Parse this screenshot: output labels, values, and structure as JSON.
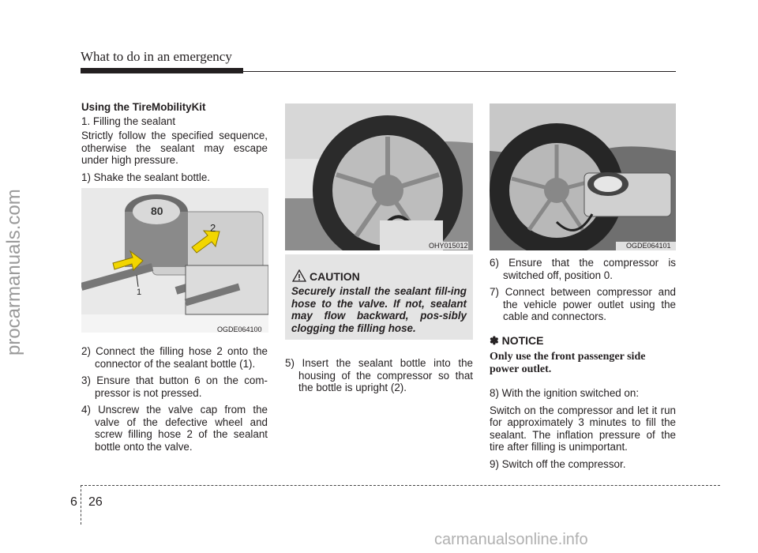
{
  "header": {
    "title": "What to do in an emergency"
  },
  "side_watermark": "procarmanuals.com",
  "col1": {
    "heading": "Using the TireMobilityKit",
    "sub": "1. Filling the sealant",
    "intro": "Strictly follow the specified sequence, otherwise the sealant may escape under high pressure.",
    "step1": "1) Shake the sealant bottle.",
    "figure_code": "OGDE064100",
    "figure_labels": [
      "1",
      "2"
    ],
    "step2": "2) Connect the filling hose 2 onto the connector of the sealant bottle (1).",
    "step3": "3) Ensure that button 6 on the com-pressor is not pressed.",
    "step4": "4) Unscrew the valve cap from the valve of the defective wheel and screw filling hose 2 of the sealant bottle onto the valve."
  },
  "col2": {
    "figure_code": "OHY015012",
    "caution_title": "CAUTION",
    "caution_text": "Securely install the sealant fill-ing hose to the valve. If not, sealant may flow backward, pos-sibly clogging the filling hose.",
    "step5": "5) Insert the sealant bottle into the housing of the compressor so that the bottle is upright (2)."
  },
  "col3": {
    "figure_code": "OGDE064101",
    "step6": "6) Ensure that the compressor is switched off, position 0.",
    "step7": "7) Connect between compressor and the vehicle power outlet using the cable and connectors.",
    "notice_title": "✽ NOTICE",
    "notice_text": "Only use the front passenger side power outlet.",
    "step8": "8) With the ignition switched on:",
    "step8_text": "Switch on the compressor and let it run for approximately 3 minutes to fill the sealant. The inflation pressure of the tire after filling is unimportant.",
    "step9": "9) Switch off the compressor."
  },
  "footer": {
    "section": "6",
    "page": "26",
    "watermark": "carmanualsonline.info"
  }
}
